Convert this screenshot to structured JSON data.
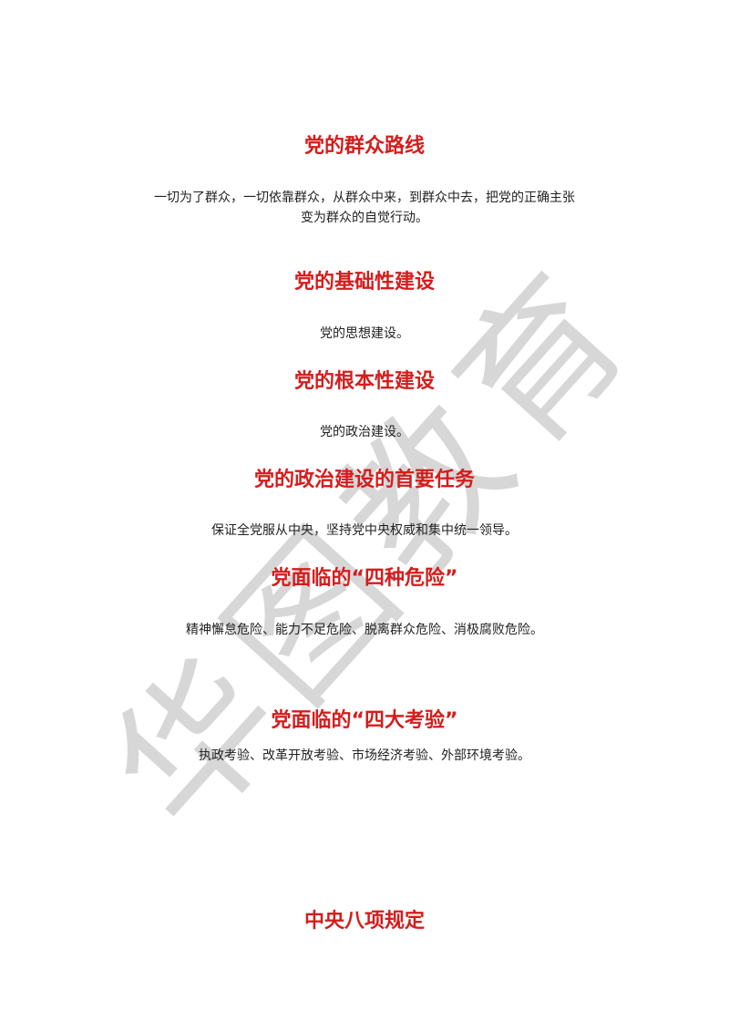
{
  "watermark": "华图教育",
  "sections": [
    {
      "heading": "党的群众路线",
      "body_lines": [
        "一切为了群众，一切依靠群众，从群众中来，到群众中去，把党的正确主张",
        "变为群众的自觉行动。"
      ]
    },
    {
      "heading": "党的基础性建设",
      "body_lines": [
        "党的思想建设。"
      ]
    },
    {
      "heading": "党的根本性建设",
      "body_lines": [
        "党的政治建设。"
      ]
    },
    {
      "heading": "党的政治建设的首要任务",
      "body_lines": [
        "保证全党服从中央，坚持党中央权威和集中统一领导。"
      ]
    },
    {
      "heading": "党面临的“四种危险”",
      "body_lines": [
        "精神懈怠危险、能力不足危险、脱离群众危险、消极腐败危险。"
      ]
    },
    {
      "heading": "党面临的“四大考验”",
      "body_lines": [
        "执政考验、改革开放考验、市场经济考验、外部环境考验。"
      ]
    },
    {
      "heading": "中央八项规定",
      "body_lines": []
    }
  ]
}
